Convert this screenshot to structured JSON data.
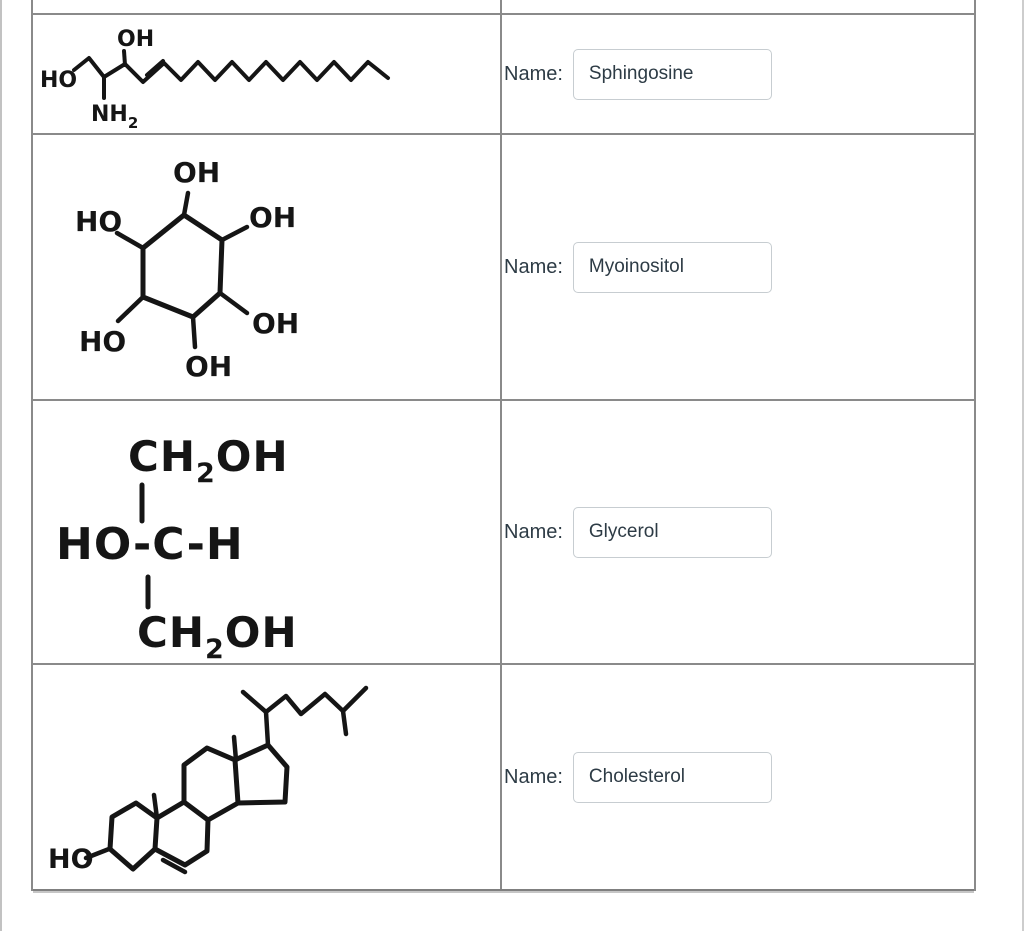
{
  "colors": {
    "grid": "#8a8a8a",
    "input_border": "#c7cdd1",
    "ui_text": "#2d3b45",
    "ink": "#151515",
    "page_bg": "#ffffff"
  },
  "rows": [
    {
      "structure": "sphingosine",
      "name_label": "Name:",
      "value": "Sphingosine"
    },
    {
      "structure": "myoinositol",
      "name_label": "Name:",
      "value": "Myoinositol"
    },
    {
      "structure": "glycerol",
      "name_label": "Name:",
      "value": "Glycerol"
    },
    {
      "structure": "cholesterol",
      "name_label": "Name:",
      "value": "Cholesterol"
    }
  ],
  "structures": {
    "sphingosine": {
      "ho": "HO",
      "oh": "OH",
      "nh": "NH",
      "nh_sub": "2"
    },
    "myoinositol": {
      "oh_top": "OH",
      "ho_upper_left": "HO",
      "oh_upper_right": "OH",
      "oh_lower_right": "OH",
      "oh_bottom": "OH",
      "ho_lower_left": "HO"
    },
    "glycerol": {
      "top_ch": "CH",
      "top_sub": "2",
      "top_oh": "OH",
      "middle": "HO-C-H",
      "bottom_ch": "CH",
      "bottom_sub": "2",
      "bottom_oh": "OH"
    },
    "cholesterol": {
      "ho": "HO"
    }
  }
}
